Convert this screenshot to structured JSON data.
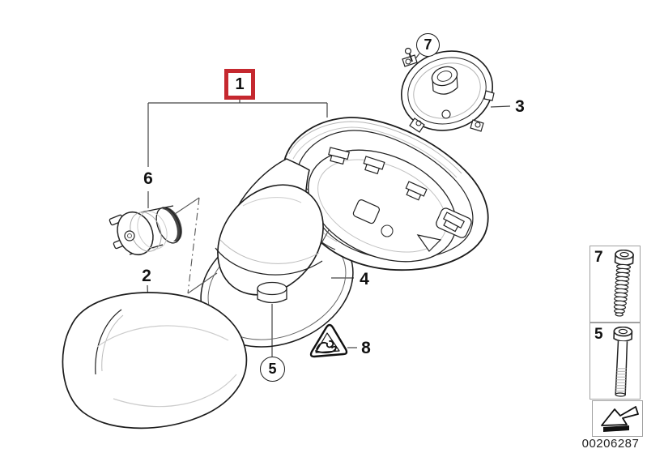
{
  "callouts": {
    "c1": "1",
    "c2": "2",
    "c3": "3",
    "c4": "4",
    "c5": "5",
    "c6": "6",
    "c7": "7",
    "c8": "8"
  },
  "sidebar": {
    "items": [
      {
        "ref": "7"
      },
      {
        "ref": "5"
      }
    ],
    "part_number": "00206287"
  },
  "icons": {
    "warning_triangle": "crush-hazard-warning",
    "direction_arrow": "installation-direction-arrow"
  },
  "colors": {
    "callout_red": "#c5282f",
    "line": "#1c1c1c",
    "light_line": "#b5b5b5",
    "thumb_border": "#a0a0a0"
  }
}
